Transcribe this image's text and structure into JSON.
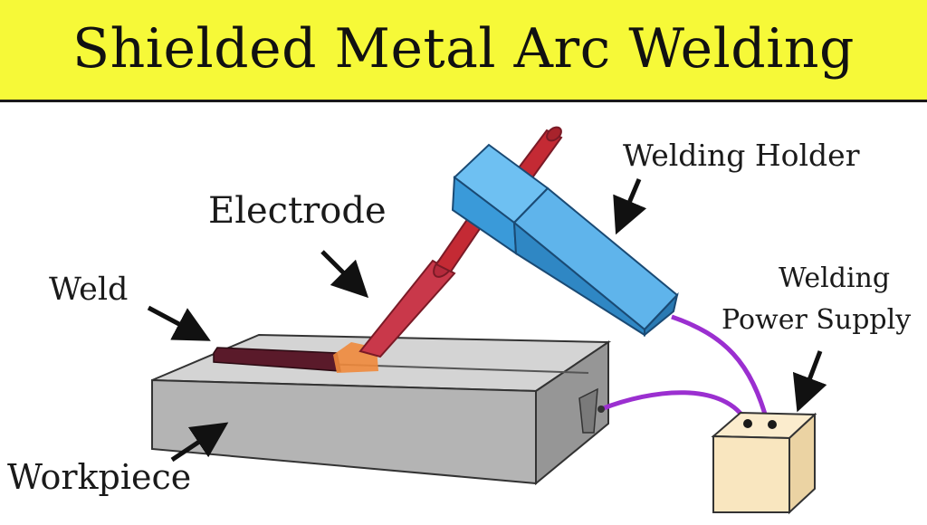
{
  "title": "Shielded Metal Arc Welding",
  "labels": {
    "welding_holder": "Welding Holder",
    "electrode": "Electrode",
    "weld": "Weld",
    "power_supply_line1": "Welding",
    "power_supply_line2": "Power Supply",
    "workpiece": "Workpiece"
  },
  "colors": {
    "banner": "#f6f938",
    "holder": "#3a9ad9",
    "electrode": "#c9384a",
    "workpiece": "#b4b4b4",
    "weld_bead": "#5a1a2a",
    "arc": "#f08a3c",
    "cable": "#9b2fd0",
    "power_supply": "#f9e6bf"
  }
}
